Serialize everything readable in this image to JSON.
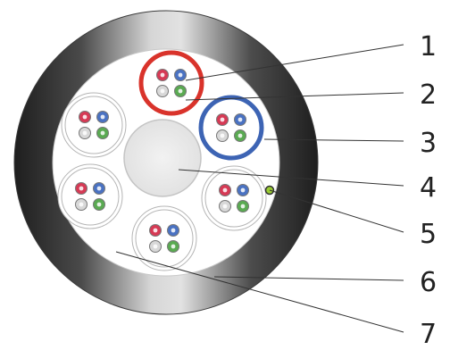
{
  "colors": {
    "jacket_dark": "#1a1a1a",
    "jacket_light": "#d8d8d8",
    "tube_red": "#d9332b",
    "tube_blue": "#3d64b4",
    "fiber_red": "#d63a55",
    "fiber_blue": "#4a72c2",
    "fiber_green": "#5aaa52",
    "fiber_white": "#d8d8d8",
    "ripcord": "#9acd32"
  },
  "callouts": [
    {
      "label": "1"
    },
    {
      "label": "2"
    },
    {
      "label": "3"
    },
    {
      "label": "4"
    },
    {
      "label": "5"
    },
    {
      "label": "6"
    },
    {
      "label": "7"
    }
  ]
}
